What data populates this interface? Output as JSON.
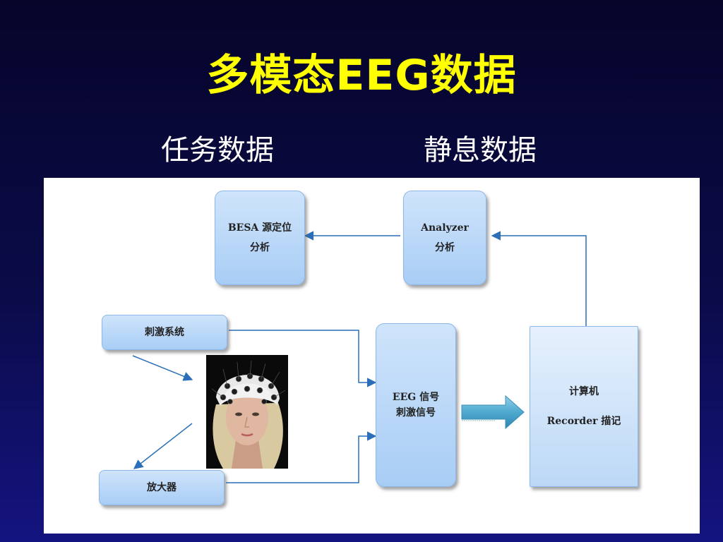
{
  "title": "多模态EEG数据",
  "subtitles": {
    "left": "任务数据",
    "right": "静息数据"
  },
  "diagram": {
    "besa": {
      "line1": "BESA 源定位",
      "line2": "分析"
    },
    "analyzer": {
      "line1": "Analyzer",
      "line2": "分析"
    },
    "stim_system": "刺激系统",
    "amplifier": "放大器",
    "eeg": {
      "line1": "EEG 信号",
      "line2": "刺激信号"
    },
    "computer": {
      "line1": "计算机",
      "line2": "Recorder  描记"
    }
  },
  "colors": {
    "title": "#ffff00",
    "box_fill": "#b8d6f7",
    "arrow": "#2a6fb8",
    "big_arrow": "#5fb7d8"
  },
  "icons": [
    "person-with-eeg-cap-photo"
  ]
}
